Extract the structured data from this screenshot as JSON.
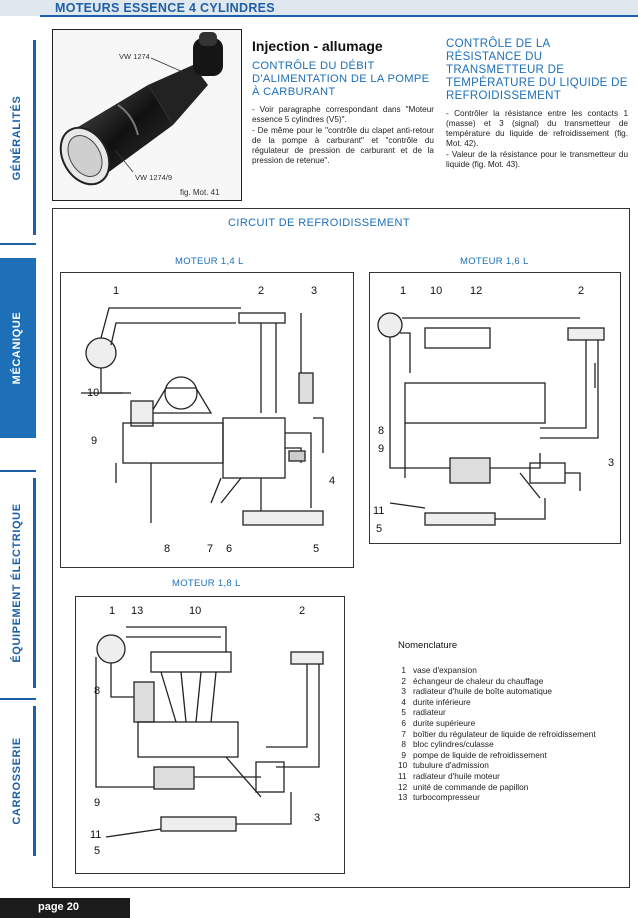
{
  "header": {
    "title": "MOTEURS ESSENCE 4 CYLINDRES"
  },
  "side_tabs": [
    {
      "label": "GÉNÉRALITÉS"
    },
    {
      "label": "MÉCANIQUE"
    },
    {
      "label": "ÉQUIPEMENT ÉLECTRIQUE"
    },
    {
      "label": "CARROSSERIE"
    }
  ],
  "photo": {
    "label_top": "VW 1274",
    "label_bottom": "VW 1274/9",
    "caption": "fig. Mot. 41"
  },
  "injection": {
    "title": "Injection - allumage",
    "subtitle": "CONTRÔLE DU DÉBIT D'ALIMENTATION DE LA POMPE À CARBURANT",
    "bullets": [
      "- Voir paragraphe correspondant dans \"Moteur essence 5 cylindres (V5)\".",
      "- De même pour le \"contrôle du clapet anti-retour de la pompe à carburant\" et \"contrôle du régulateur de pression de carburant et de la pression de retenue\"."
    ]
  },
  "resistance": {
    "title": "CONTRÔLE DE LA RÉSISTANCE DU TRANSMETTEUR DE TEMPÉRATURE DU LIQUIDE DE REFROIDISSEMENT",
    "bullets": [
      "- Contrôler la résistance entre les contacts 1 (masse) et 3 (signal) du transmetteur de température du liquide de refroidissement (fig. Mot. 42).",
      "- Valeur de la résistance pour le transmetteur du liquide (fig. Mot. 43)."
    ]
  },
  "circuit": {
    "title": "CIRCUIT DE REFROIDISSEMENT",
    "motor_14": {
      "label": "MOTEUR 1,4 L",
      "numbers": {
        "n1": "1",
        "n2": "2",
        "n3": "3",
        "n4": "4",
        "n5": "5",
        "n6": "6",
        "n7": "7",
        "n8": "8",
        "n9": "9",
        "n10": "10"
      }
    },
    "motor_16": {
      "label": "MOTEUR 1,6 L",
      "numbers": {
        "n1": "1",
        "n10": "10",
        "n12": "12",
        "n2": "2",
        "n8": "8",
        "n9": "9",
        "n3": "3",
        "n11": "11",
        "n5": "5"
      }
    },
    "motor_18": {
      "label": "MOTEUR 1,8 L",
      "numbers": {
        "n1": "1",
        "n13": "13",
        "n10": "10",
        "n2": "2",
        "n8": "8",
        "n9": "9",
        "n3": "3",
        "n11": "11",
        "n5": "5"
      }
    }
  },
  "nomenclature": {
    "title": "Nomenclature",
    "items": [
      {
        "num": "1",
        "text": "vase d'expansion"
      },
      {
        "num": "2",
        "text": "échangeur de chaleur du chauffage"
      },
      {
        "num": "3",
        "text": "radiateur d'huile de boîte automatique"
      },
      {
        "num": "4",
        "text": "durite inférieure"
      },
      {
        "num": "5",
        "text": "radiateur"
      },
      {
        "num": "6",
        "text": "durite supérieure"
      },
      {
        "num": "7",
        "text": "boîtier du régulateur de liquide de refroidissement"
      },
      {
        "num": "8",
        "text": "bloc cylindres/culasse"
      },
      {
        "num": "9",
        "text": "pompe de liquide de refroidissement"
      },
      {
        "num": "10",
        "text": "tubulure d'admission"
      },
      {
        "num": "11",
        "text": "radiateur d'huile moteur"
      },
      {
        "num": "12",
        "text": "unité de commande de papillon"
      },
      {
        "num": "13",
        "text": "turbocompresseur"
      }
    ]
  },
  "footer": {
    "page": "page 20"
  }
}
